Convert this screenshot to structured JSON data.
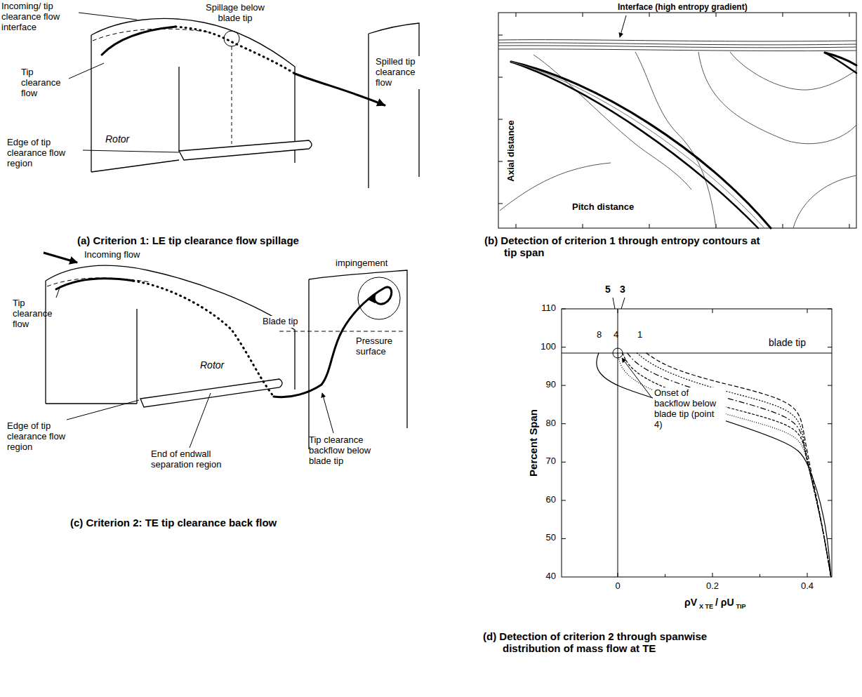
{
  "diagram": {
    "labels": [
      "Incoming/ tip clearance flow interface",
      "Spillage below blade tip",
      "Tip clearance flow",
      "Rotor",
      "Edge of tip clearance flow region",
      "Spilled tip clearance flow",
      "(a) Criterion 1: LE tip clearance flow spillage",
      "Interface (high entropy gradient)",
      "Axial distance",
      "Pitch distance",
      "(b) Detection of criterion 1 through entropy contours at tip span",
      "Incoming flow",
      "impingement",
      "Tip clearance flow",
      "Blade tip",
      "Rotor",
      "Pressure surface",
      "Edge of tip clearance flow region",
      "End of endwall separation region",
      "Tip clearance backflow below blade tip",
      "(c) Criterion 2: TE tip clearance back flow",
      "5",
      "3",
      "8",
      "4",
      "1",
      "110",
      "100",
      "90",
      "80",
      "70",
      "60",
      "50",
      "40",
      "0",
      "0.2",
      "0.4",
      "Percent Span",
      "blade tip",
      "Onset of backflow below blade tip (point 4)",
      "ρV",
      "X TE",
      "/ ρU",
      "TIP",
      "(d) Detection of criterion 2 through spanwise distribution of mass flow at TE"
    ]
  }
}
